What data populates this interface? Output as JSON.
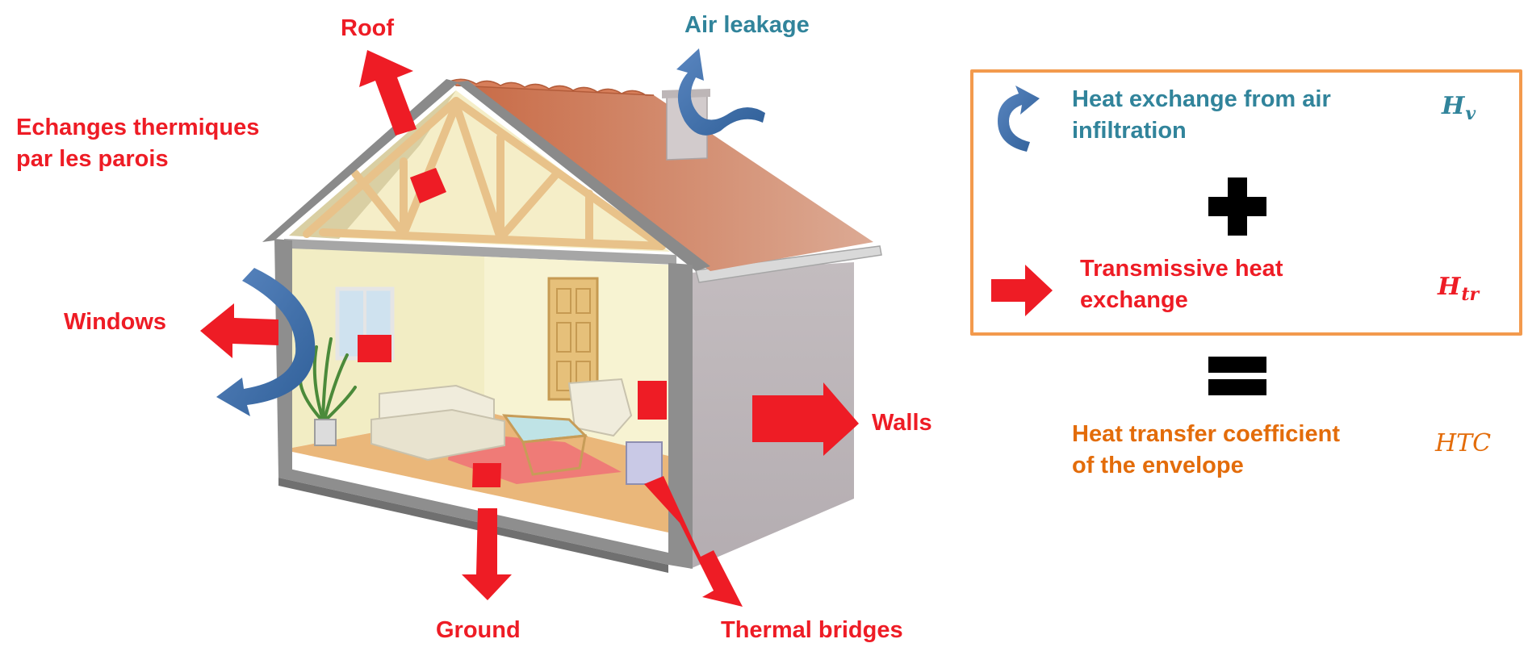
{
  "labels": {
    "roof": "Roof",
    "air_leakage": "Air leakage",
    "walls_heading_line1": "Echanges thermiques",
    "walls_heading_line2": "par les parois",
    "windows": "Windows",
    "walls": "Walls",
    "ground": "Ground",
    "thermal_bridges": "Thermal bridges"
  },
  "legend": {
    "air_infiltration_line1": "Heat exchange from air",
    "air_infiltration_line2": "infiltration",
    "air_symbol": "H",
    "air_symbol_sub": "v",
    "transmissive_line1": "Transmissive heat",
    "transmissive_line2": "exchange",
    "transmissive_symbol": "H",
    "transmissive_symbol_sub": "tr",
    "htc_line1": "Heat transfer coefficient",
    "htc_line2": "of the envelope",
    "htc_symbol": "HTC"
  },
  "icons": {
    "curved_arrow": "curved-arrow-icon",
    "straight_arrow": "red-arrow-icon",
    "plus": "plus-icon",
    "equals": "equals-icon"
  },
  "colors": {
    "heat_loss_red": "#ee1c25",
    "air_blue": "#3f6fa8",
    "teal_text": "#31849b",
    "orange_text": "#e36c0a",
    "legend_border": "#f39a4d",
    "roof": "#c9765a",
    "wall_grey": "#b8b3b6",
    "interior_wall": "#f2edc4",
    "floor": "#e8b77c"
  }
}
